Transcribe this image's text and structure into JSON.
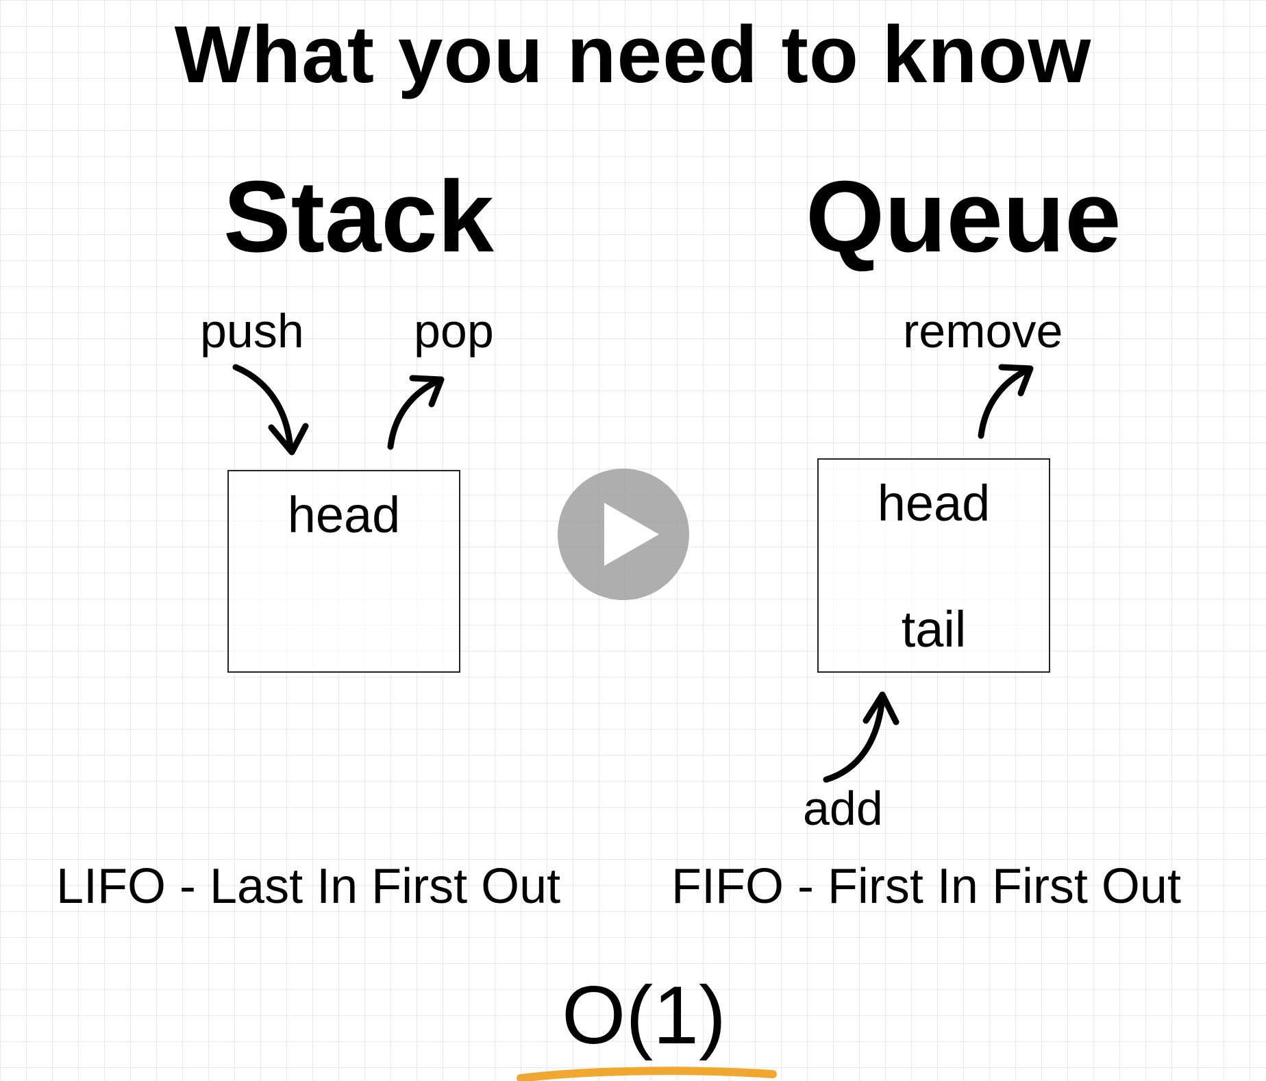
{
  "title": "What you need to know",
  "stack": {
    "heading": "Stack",
    "push_label": "push",
    "pop_label": "pop",
    "box_label": "head",
    "description": "LIFO - Last In First Out"
  },
  "queue": {
    "heading": "Queue",
    "remove_label": "remove",
    "add_label": "add",
    "head_label": "head",
    "tail_label": "tail",
    "description": "FIFO - First In First Out"
  },
  "complexity": "O(1)",
  "colors": {
    "underline": "#f0a830",
    "play_button": "#a0a0a0"
  },
  "icons": {
    "play_button": "play-icon"
  }
}
